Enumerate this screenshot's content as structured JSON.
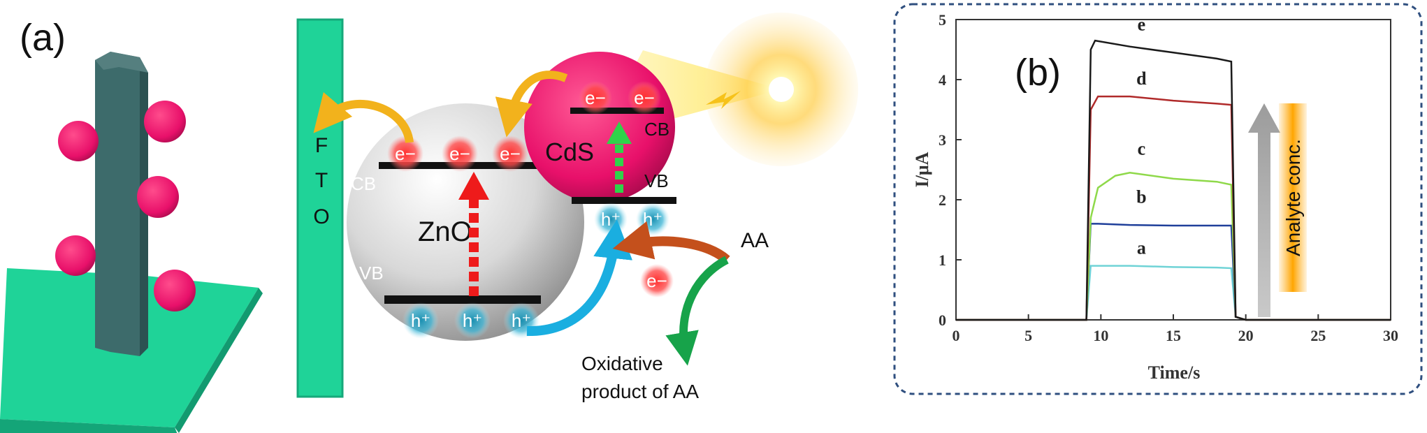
{
  "panel_a": {
    "label": "(a)",
    "fto_letters": [
      "F",
      "T",
      "O"
    ],
    "zno": {
      "name": "ZnO",
      "cb": "CB",
      "vb": "VB",
      "electrons": [
        "e−",
        "e−",
        "e−"
      ],
      "holes": [
        "h⁺",
        "h⁺",
        "h⁺"
      ]
    },
    "cds": {
      "name": "CdS",
      "cb": "CB",
      "vb": "VB",
      "electrons": [
        "e−",
        "e−"
      ],
      "holes": [
        "h⁺",
        "h⁺"
      ]
    },
    "free_electron": "e−",
    "reagent": "AA",
    "product": [
      "Oxidative",
      "product of AA"
    ],
    "colors": {
      "fto": "#1fd398",
      "nanoparticle": "#e8106a",
      "rod": "#3d6b6b",
      "arrow_orange": "#f2b21c",
      "arrow_blue": "#1aaee0",
      "arrow_brown": "#c4501c",
      "arrow_green": "#17a34a",
      "excite_red": "#ee1b1b",
      "excite_green": "#2fd34a",
      "electron_glow": "#ff2a2a"
    }
  },
  "panel_b": {
    "label": "(b)",
    "annotation": "Analyte conc.",
    "border_color": "#2f4f7f"
  },
  "chart_data": {
    "type": "line",
    "xlabel": "Time/s",
    "ylabel": "I/μA",
    "xlim": [
      0,
      30
    ],
    "ylim": [
      0,
      5
    ],
    "xticks": [
      "0",
      "5",
      "10",
      "15",
      "20",
      "25",
      "30"
    ],
    "yticks": [
      "0",
      "1",
      "2",
      "3",
      "4",
      "5"
    ],
    "grid": false,
    "series": [
      {
        "name": "a",
        "color": "#6fd3d6",
        "x": [
          0,
          9.0,
          9.3,
          9.8,
          12,
          15,
          18,
          19.0,
          19.3,
          20,
          30
        ],
        "y": [
          0,
          0,
          0.9,
          0.9,
          0.9,
          0.88,
          0.87,
          0.86,
          0.05,
          0,
          0
        ]
      },
      {
        "name": "b",
        "color": "#1f3f9a",
        "x": [
          0,
          9.0,
          9.3,
          9.8,
          12,
          15,
          18,
          19.0,
          19.3,
          20,
          30
        ],
        "y": [
          0,
          0,
          1.6,
          1.6,
          1.58,
          1.57,
          1.57,
          1.57,
          0.05,
          0,
          0
        ]
      },
      {
        "name": "c",
        "color": "#8fd94a",
        "x": [
          0,
          9.0,
          9.3,
          9.8,
          11,
          12,
          15,
          18,
          19.0,
          19.3,
          20,
          30
        ],
        "y": [
          0,
          0,
          1.7,
          2.2,
          2.4,
          2.45,
          2.35,
          2.3,
          2.25,
          0.05,
          0,
          0
        ]
      },
      {
        "name": "d",
        "color": "#b02a2a",
        "x": [
          0,
          9.0,
          9.3,
          9.8,
          12,
          15,
          18,
          19.0,
          19.3,
          20,
          30
        ],
        "y": [
          0,
          0,
          3.5,
          3.72,
          3.72,
          3.65,
          3.6,
          3.58,
          0.05,
          0,
          0
        ]
      },
      {
        "name": "e",
        "color": "#1a1a1a",
        "x": [
          0,
          9.0,
          9.3,
          9.6,
          12,
          15,
          18,
          19.0,
          19.3,
          20,
          30
        ],
        "y": [
          0,
          0,
          4.5,
          4.65,
          4.55,
          4.45,
          4.35,
          4.3,
          0.05,
          0,
          0
        ]
      }
    ]
  }
}
